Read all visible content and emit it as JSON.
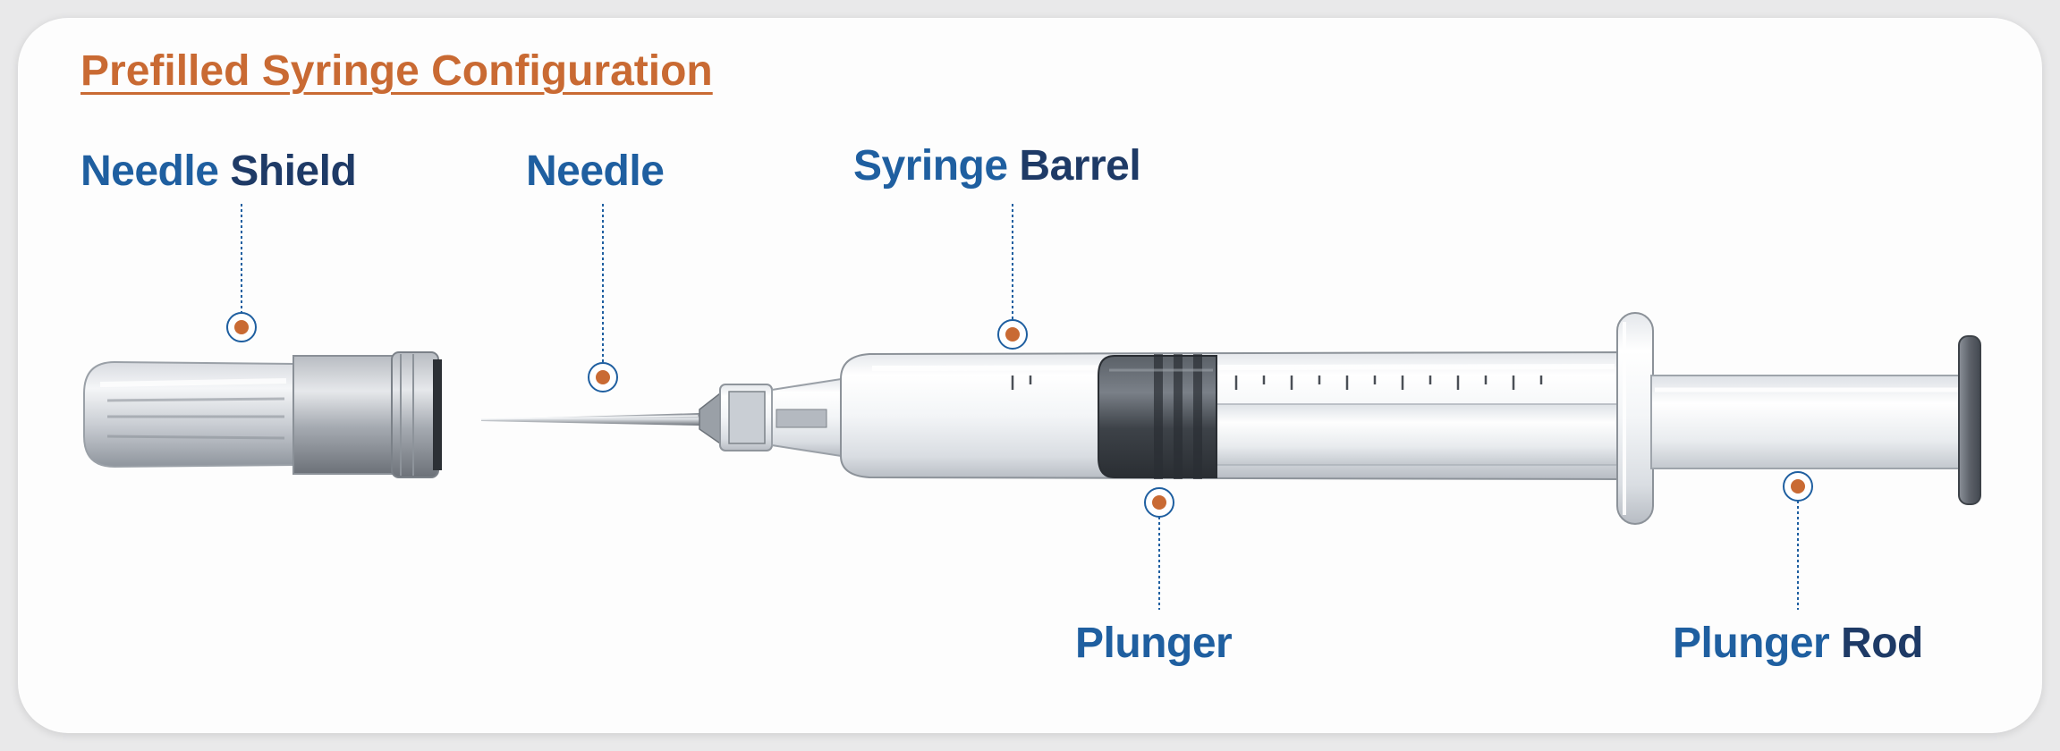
{
  "title": "Prefilled Syringe Configuration",
  "labels": {
    "needle_shield": {
      "first": "Needle",
      "second": "Shield"
    },
    "needle": {
      "first": "Needle"
    },
    "syringe_barrel": {
      "first": "Syringe",
      "second": "Barrel"
    },
    "plunger": {
      "first": "Plunger"
    },
    "plunger_rod": {
      "first": "Plunger",
      "second": "Rod"
    }
  },
  "colors": {
    "title": "#c96a33",
    "label_primary": "#1f5fa0",
    "label_secondary": "#1e3a66",
    "marker": "#c96a33",
    "leader": "#1f5fa0"
  }
}
